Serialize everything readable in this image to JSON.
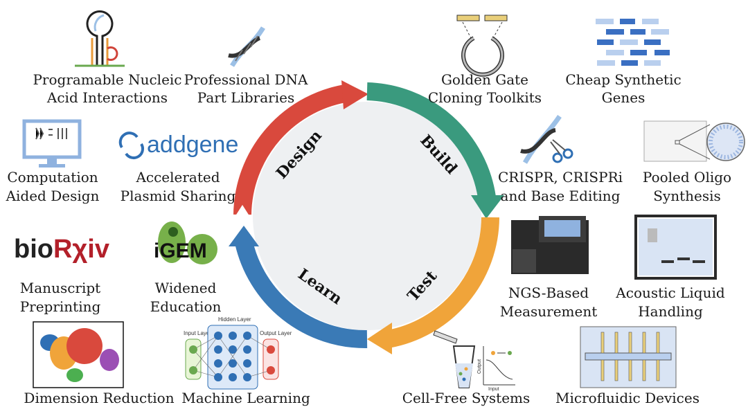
{
  "cycle": {
    "stages": [
      {
        "label": "Design",
        "color": "#d9493d"
      },
      {
        "label": "Build",
        "color": "#3a9a7e"
      },
      {
        "label": "Test",
        "color": "#f0a43a"
      },
      {
        "label": "Learn",
        "color": "#3a7ab6"
      }
    ],
    "inner_color": "#eef0f2"
  },
  "items": {
    "nucleic": [
      "Programable Nucleic",
      "Acid Interactions"
    ],
    "dna_libraries": [
      "Professional DNA",
      "Part Libraries"
    ],
    "golden_gate": [
      "Golden Gate",
      "Cloning Toolkits"
    ],
    "synthetic_genes": [
      "Cheap Synthetic",
      "Genes"
    ],
    "computation": [
      "Computation",
      "Aided Design"
    ],
    "plasmid": [
      "Accelerated",
      "Plasmid Sharing"
    ],
    "crispr": [
      "CRISPR, CRISPRi",
      "and Base Editing"
    ],
    "oligo": [
      "Pooled Oligo",
      "Synthesis"
    ],
    "preprint": [
      "Manuscript",
      "Preprinting"
    ],
    "education": [
      "Widened",
      "Education"
    ],
    "ngs": [
      "NGS-Based",
      "Measurement"
    ],
    "acoustic": [
      "Acoustic Liquid",
      "Handling"
    ],
    "dimred": [
      "Dimension Reduction"
    ],
    "ml": [
      "Machine Learning"
    ],
    "cellfree": [
      "Cell-Free Systems"
    ],
    "microfluidic": [
      "Microfluidic Devices"
    ]
  },
  "logos": {
    "addgene": "addgene",
    "biorxiv_a": "bio",
    "biorxiv_b": "Rχiv",
    "igem_i": "i",
    "igem_rest": "GEM"
  },
  "nn": {
    "input": "Input Layer",
    "hidden": "Hidden Layer",
    "output": "Output Layer"
  },
  "plot": {
    "ylabel": "Output",
    "xlabel": "Input"
  },
  "icons": [
    "rna-hairpin-icon",
    "dna-helix-icon",
    "plasmid-icon",
    "gene-blocks-icon",
    "monitor-icon",
    "addgene-logo",
    "crispr-scissors-icon",
    "oligo-array-icon",
    "biorxiv-logo",
    "igem-logo",
    "sequencer-icon",
    "liquid-handler-icon",
    "tsne-plot-icon",
    "neural-network-icon",
    "cell-free-tube-icon",
    "microfluidic-chip-icon"
  ]
}
